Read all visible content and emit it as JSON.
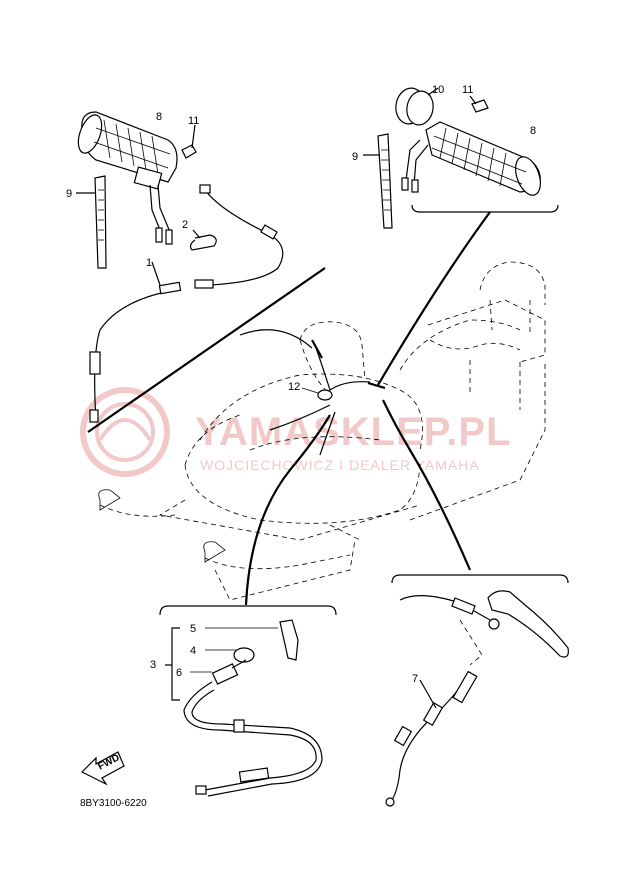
{
  "watermark": {
    "title": "YAMASKLEP.PL",
    "subtitle": "WOJCIECHOWICZ I DEALER YAMAHA"
  },
  "callouts": {
    "n1": "1",
    "n2": "2",
    "n3": "3",
    "n4": "4",
    "n5": "5",
    "n6": "6",
    "n7": "7",
    "n8_left": "8",
    "n8_right": "8",
    "n9_left": "9",
    "n9_right": "9",
    "n10": "10",
    "n11_left": "11",
    "n11_right": "11",
    "n12": "12"
  },
  "fwd_label": "FWD",
  "diagram_code": "8BY3100-6220"
}
